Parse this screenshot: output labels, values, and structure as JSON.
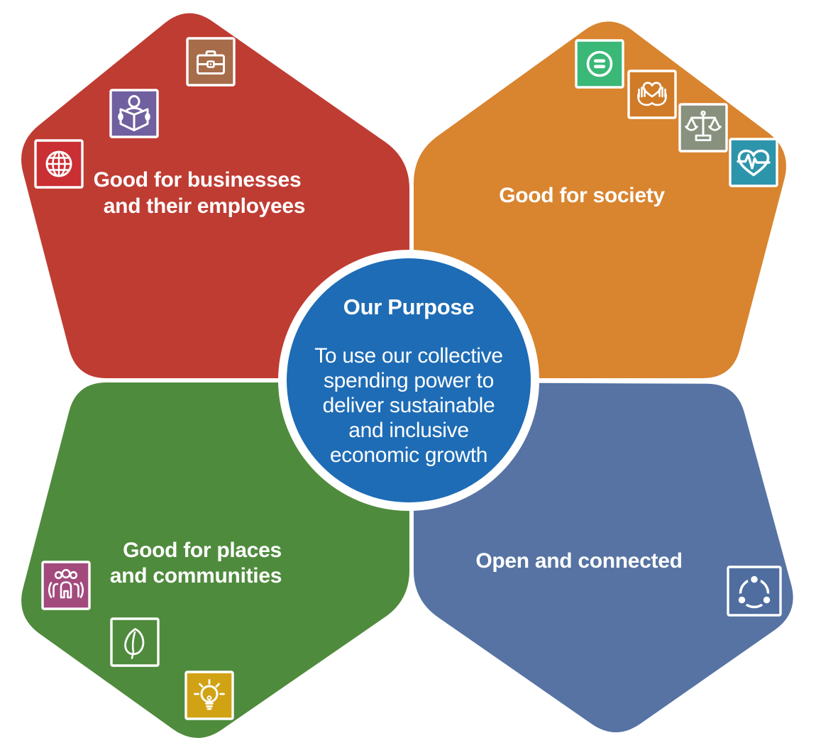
{
  "diagram": {
    "background": "#ffffff",
    "center": {
      "title": "Our Purpose",
      "body_lines": [
        "To use our collective",
        "spending power to",
        "deliver sustainable",
        "and inclusive",
        "economic growth"
      ],
      "color": "#1e6cb5",
      "ring_color": "#ffffff",
      "text_color": "#ffffff"
    },
    "pentagons": [
      {
        "id": "businesses",
        "color": "#bf3c33",
        "label_lines": [
          "Good for businesses",
          "and their employees"
        ],
        "icons": [
          {
            "name": "globe",
            "bg": "#ca2f33"
          },
          {
            "name": "person-reading",
            "bg": "#70609f"
          },
          {
            "name": "briefcase",
            "bg": "#a76c4a"
          }
        ]
      },
      {
        "id": "society",
        "color": "#d9842f",
        "label_lines": [
          "Good for society"
        ],
        "icons": [
          {
            "name": "equality",
            "bg": "#3ab877"
          },
          {
            "name": "hands-heart",
            "bg": "#d07b28"
          },
          {
            "name": "scales",
            "bg": "#87917e"
          },
          {
            "name": "heart-pulse",
            "bg": "#2c95ab"
          }
        ]
      },
      {
        "id": "places",
        "color": "#4f8b3d",
        "label_lines": [
          "Good for places",
          "and communities"
        ],
        "icons": [
          {
            "name": "people-group",
            "bg": "#a34a7d"
          },
          {
            "name": "leaf",
            "bg": "#4f8b3d"
          },
          {
            "name": "lightbulb",
            "bg": "#d2a215"
          }
        ]
      },
      {
        "id": "open",
        "color": "#5673a3",
        "label_lines": [
          "Open and connected"
        ],
        "icons": [
          {
            "name": "share",
            "bg": "#4f6d9f"
          }
        ]
      }
    ]
  }
}
